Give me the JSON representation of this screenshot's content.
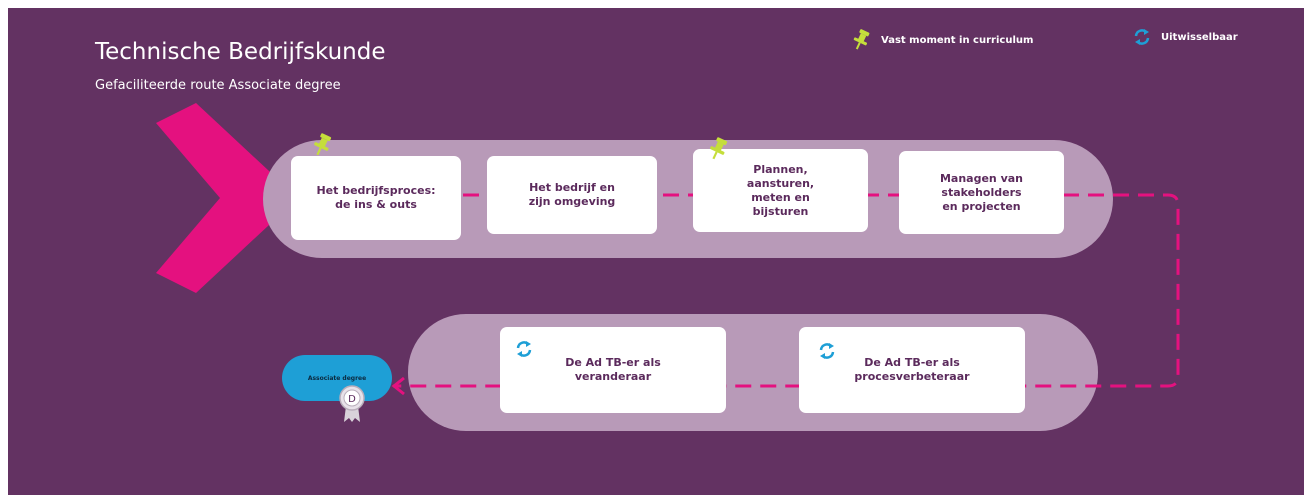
{
  "title": "Technische Bedrijfskunde",
  "subtitle": "Gefaciliteerde route Associate degree",
  "legend": [
    {
      "label": "Vast moment in curriculum",
      "icon": "pushpin-icon"
    },
    {
      "label": "Uitwisselbaar",
      "icon": "swap-arrows-icon"
    }
  ],
  "top_row": [
    {
      "label": "Het bedrijfsproces:\nde ins & outs",
      "pinned": true
    },
    {
      "label": "Het bedrijf en\nzijn omgeving",
      "pinned": false
    },
    {
      "label": "Plannen,\naansturen,\nmeten en\nbijsturen",
      "pinned": true
    },
    {
      "label": "Managen van\nstakeholders\nen projecten",
      "pinned": false
    }
  ],
  "bottom_row": [
    {
      "label": "De Ad TB-er als\nveranderaar",
      "exchangeable": true
    },
    {
      "label": "De Ad TB-er als\nprocesverbeteraar",
      "exchangeable": true
    }
  ],
  "end_badge": "Associate degree",
  "medal_letter": "D",
  "colors": {
    "background": "#633262",
    "track": "#b89ab8",
    "accent": "#e4117f",
    "card_text": "#5b2a5c",
    "pin": "#c5de3b",
    "swap": "#1e9fd6",
    "badge": "#1e9fd6"
  }
}
